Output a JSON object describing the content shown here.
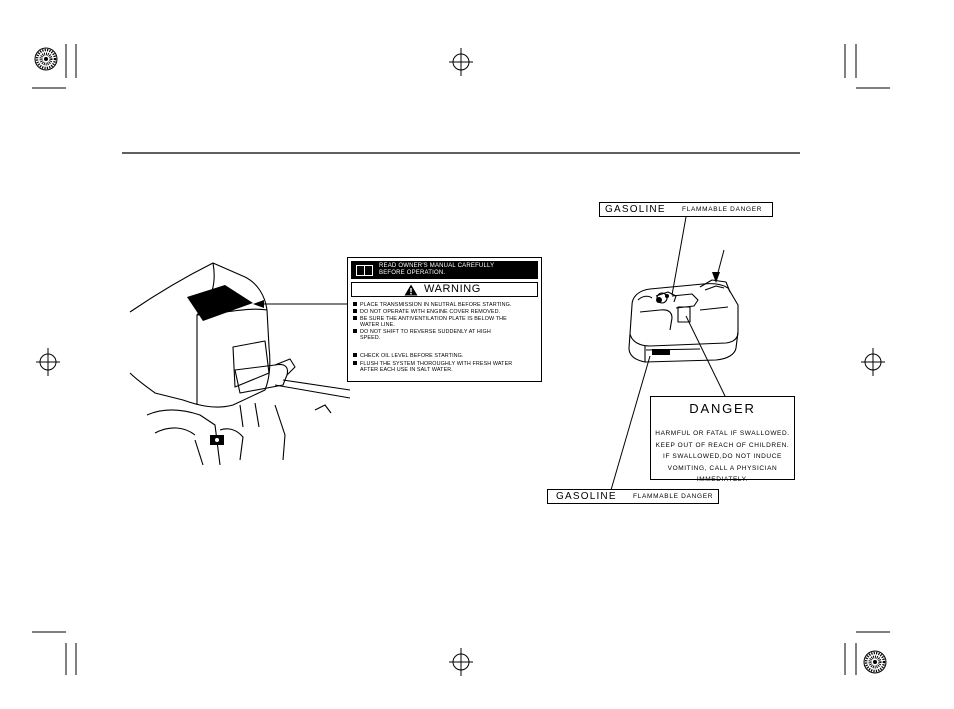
{
  "warning_label": {
    "header": [
      "READ OWNER'S MANUAL CAREFULLY",
      "BEFORE OPERATION."
    ],
    "title": "WARNING",
    "items": [
      [
        "PLACE TRANSMISSION IN NEUTRAL BEFORE STARTING."
      ],
      [
        "DO NOT OPERATE WITH ENGINE COVER REMOVED."
      ],
      [
        "BE SURE THE ANTIVENTILATION PLATE IS BELOW THE",
        "WATER LINE."
      ],
      [
        "DO NOT SHIFT TO REVERSE SUDDENLY AT HIGH",
        "SPEED."
      ],
      [
        "CHECK OIL LEVEL BEFORE STARTING."
      ],
      [
        "FLUSH THE SYSTEM THOROUGHLY WITH FRESH WATER",
        "AFTER EACH USE IN SALT WATER."
      ]
    ]
  },
  "gasoline_label_top": {
    "main": "GASOLINE",
    "sub": "FLAMMABLE DANGER"
  },
  "gasoline_label_bottom": {
    "main": "GASOLINE",
    "sub": "FLAMMABLE DANGER"
  },
  "danger_label": {
    "title": "DANGER",
    "lines": [
      "HARMFUL OR FATAL IF SWALLOWED.",
      "KEEP OUT OF REACH OF CHILDREN.",
      "IF SWALLOWED,DO NOT INDUCE",
      "VOMITING, CALL A PHYSICIAN",
      "IMMEDIATELY."
    ]
  }
}
